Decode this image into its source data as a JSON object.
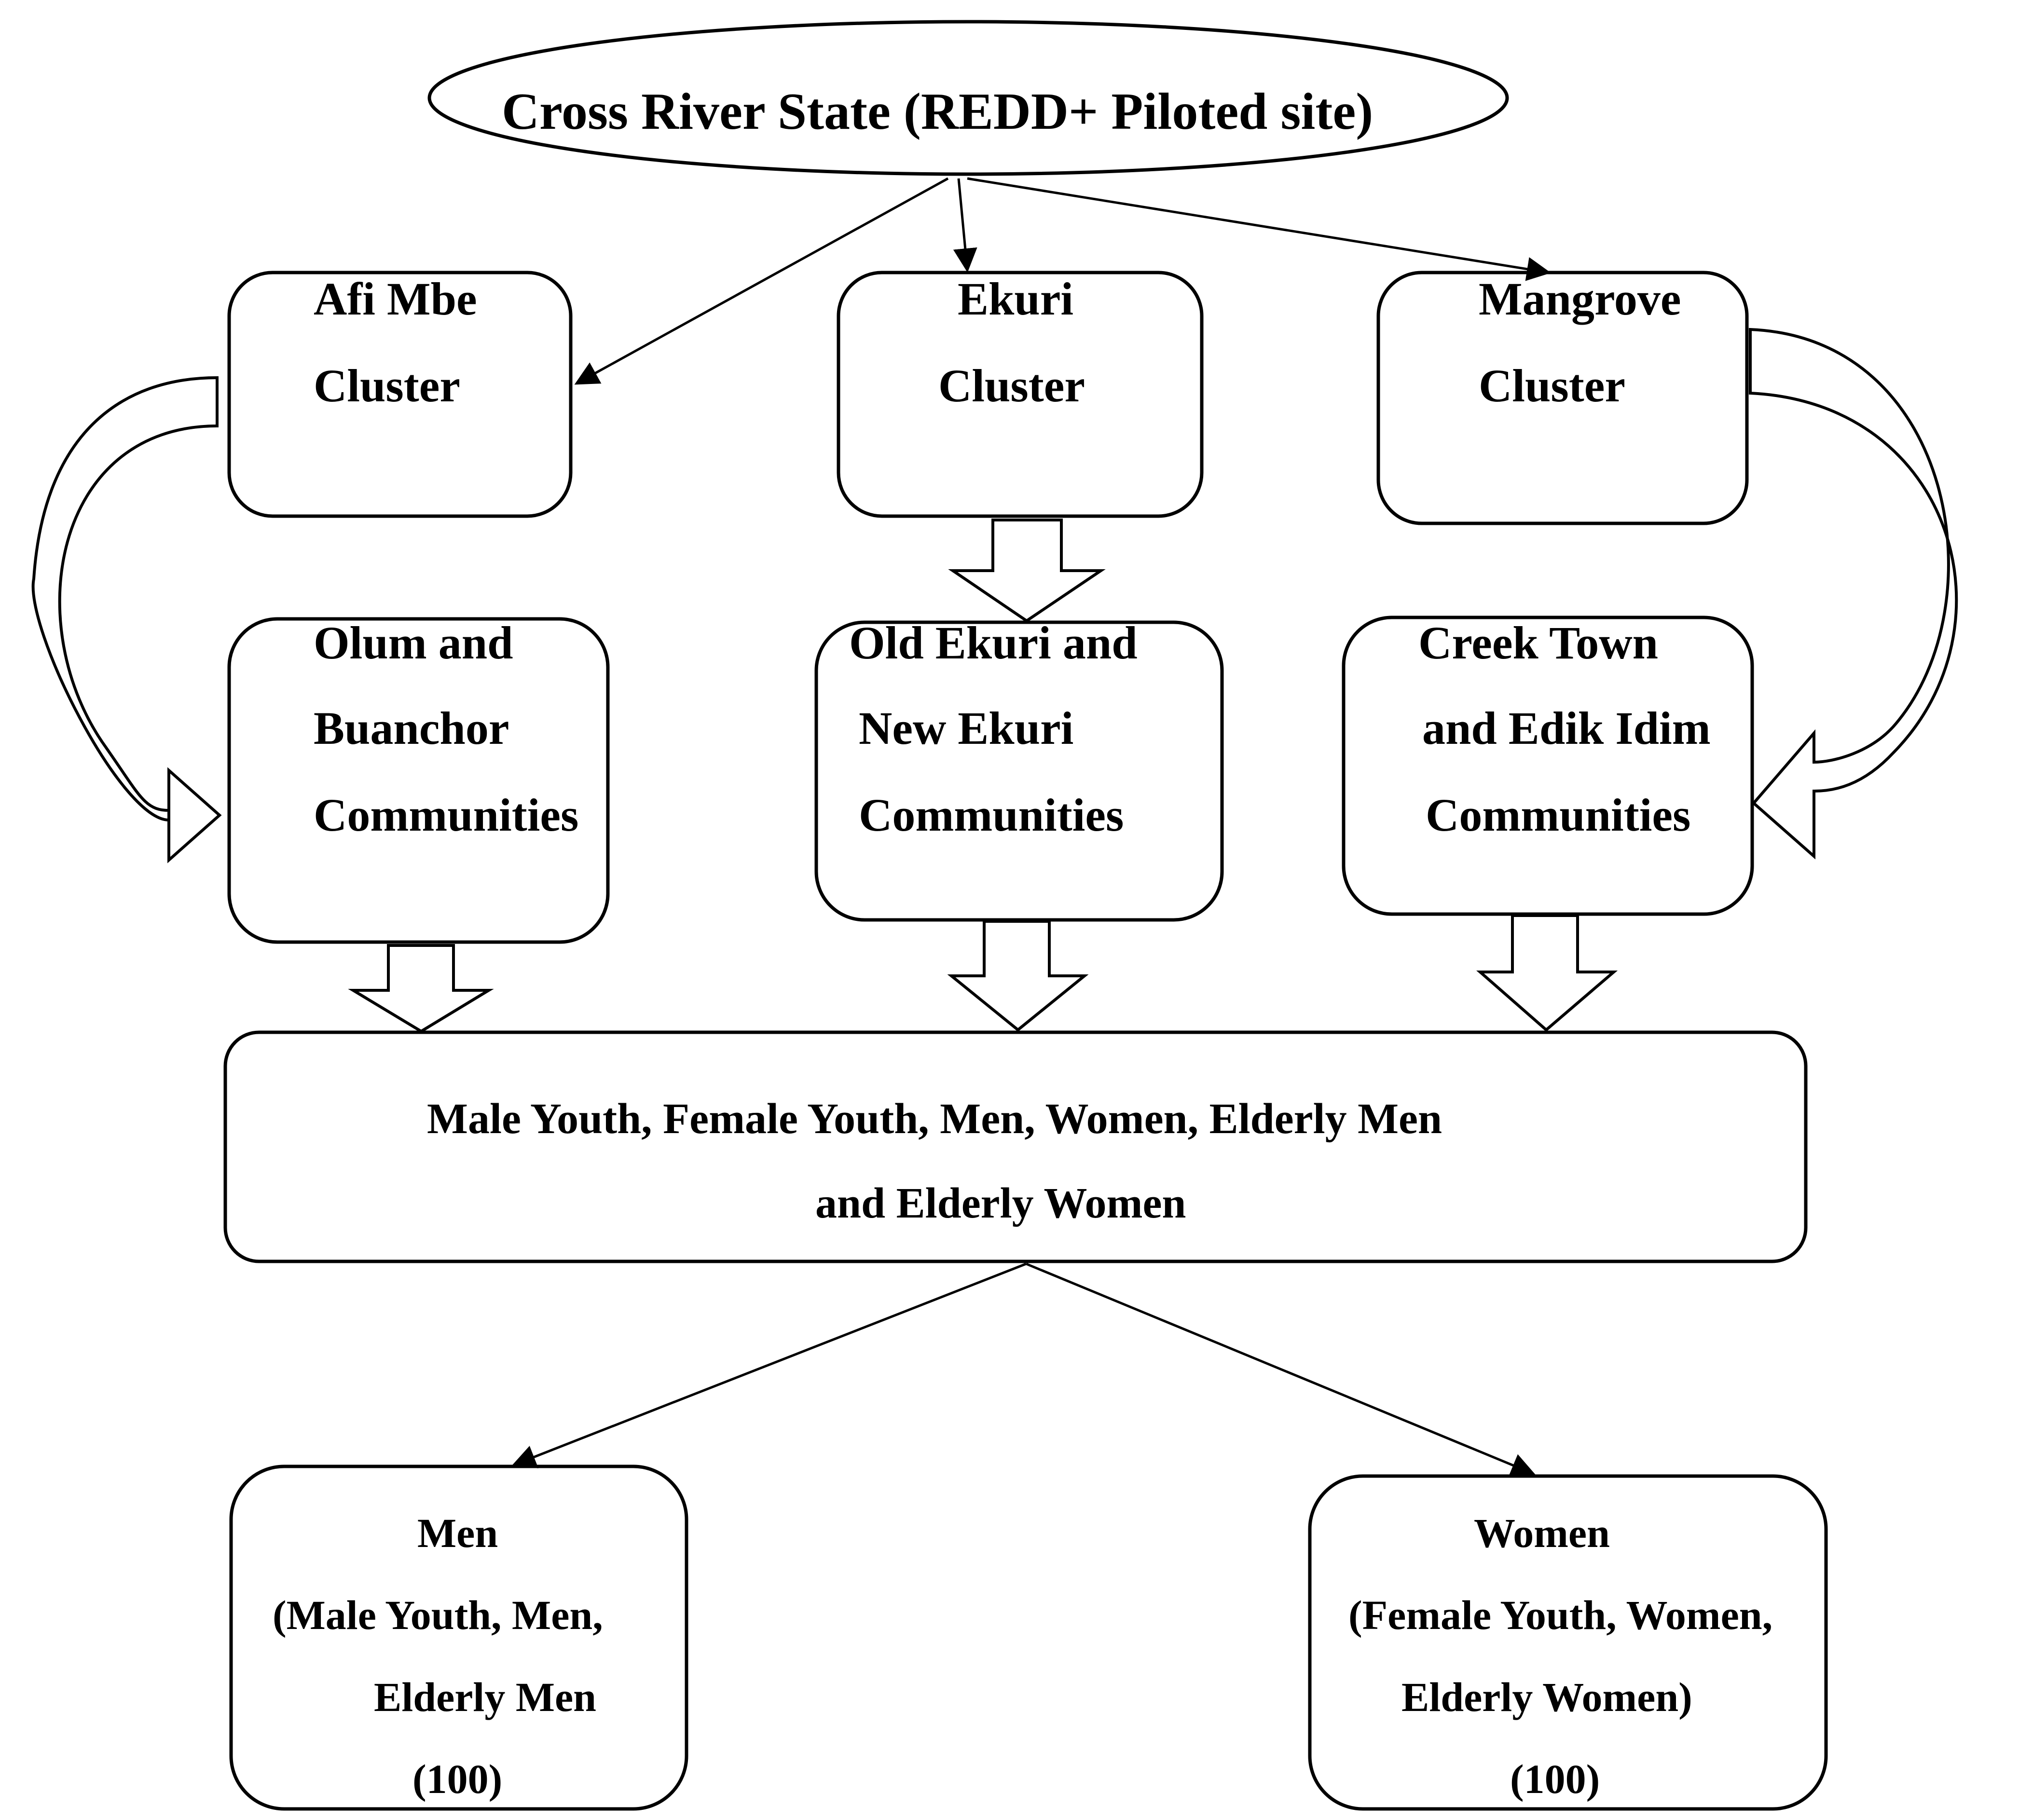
{
  "root": {
    "label": "Cross River State (REDD+ Piloted site)"
  },
  "clusters": [
    {
      "line1": "Afi Mbe",
      "line2": "Cluster"
    },
    {
      "line1": "Ekuri",
      "line2": "Cluster"
    },
    {
      "line1": "Mangrove",
      "line2": "Cluster"
    }
  ],
  "communities": [
    {
      "line1": "Olum and",
      "line2": "Buanchor",
      "line3": "Communities"
    },
    {
      "line1": "Old Ekuri and",
      "line2": "New Ekuri",
      "line3": "Communities"
    },
    {
      "line1": "Creek Town",
      "line2": "and Edik Idim",
      "line3": "Communities"
    }
  ],
  "groups": {
    "line1": "Male Youth, Female Youth, Men, Women, Elderly Men",
    "line2": "and Elderly Women"
  },
  "outcomes": [
    {
      "line1": "Men",
      "line2": "(Male Youth, Men,",
      "line3": "Elderly Men",
      "line4": "(100)"
    },
    {
      "line1": "Women",
      "line2": "(Female Youth, Women,",
      "line3": "Elderly Women)",
      "line4": "(100)"
    }
  ]
}
